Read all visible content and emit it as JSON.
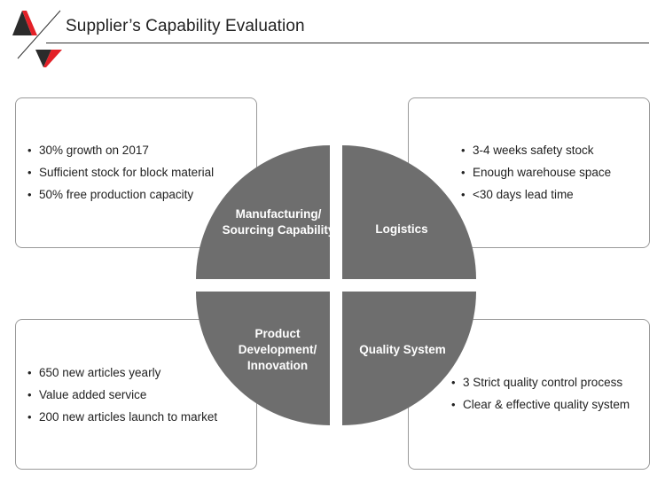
{
  "header": {
    "title": "Supplier’s Capability Evaluation",
    "logo_colors": {
      "dark": "#2b2b2b",
      "red": "#e32027"
    }
  },
  "quadrants": {
    "color": "#6e6e6e",
    "top_left": {
      "label": "Manufacturing/ Sourcing Capability",
      "bullets": [
        "30% growth on 2017",
        "Sufficient stock for block material",
        " 50% free production  capacity"
      ]
    },
    "top_right": {
      "label": "Logistics",
      "bullets": [
        "3-4 weeks safety stock",
        "Enough warehouse space",
        "<30 days lead time"
      ]
    },
    "bottom_left": {
      "label": "Product Development/ Innovation",
      "bullets": [
        "650 new articles yearly",
        "Value added service",
        "200 new articles launch to market"
      ]
    },
    "bottom_right": {
      "label": "Quality System",
      "bullets": [
        "3 Strict quality control process",
        "Clear & effective quality system"
      ]
    }
  }
}
